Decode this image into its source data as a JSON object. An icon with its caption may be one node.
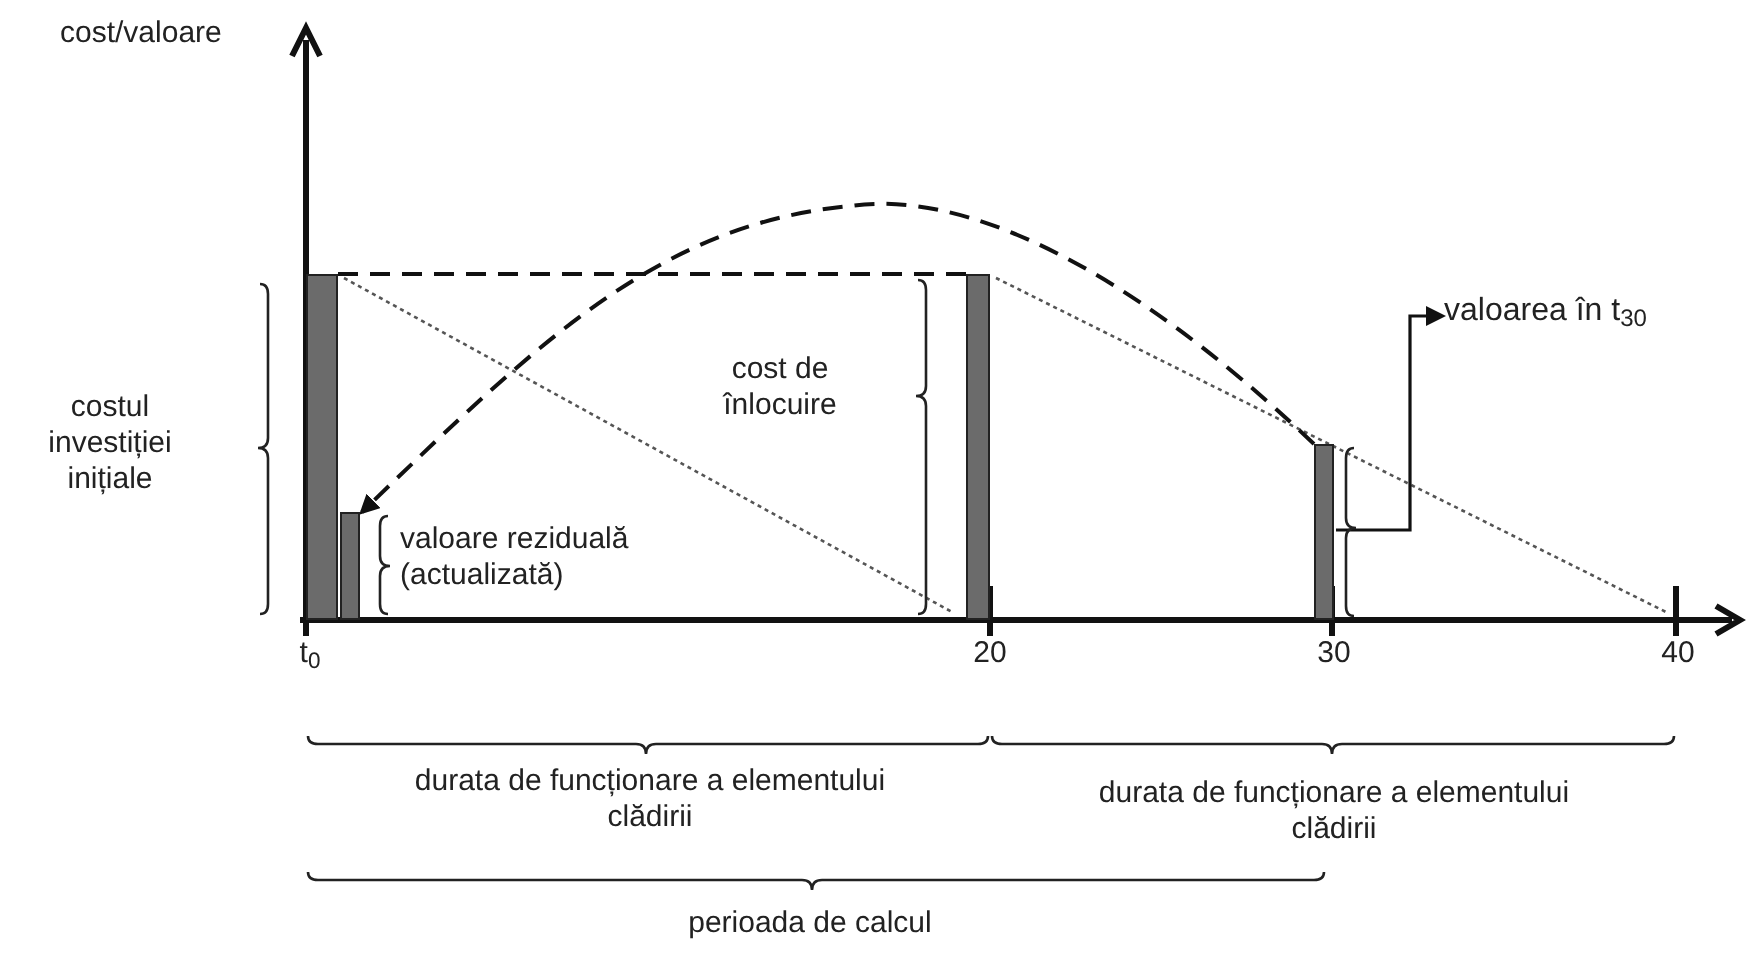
{
  "diagram": {
    "nodes": [
      {
        "text": [],
        "shape": "bar"
      },
      {
        "text": [],
        "shape": "bar"
      },
      {
        "text": [],
        "shape": "bar"
      },
      {
        "text": [],
        "shape": "bar"
      },
      {
        "text": [
          "valoarea în t$_{30}$"
        ]
      }
    ],
    "edges": [
      {
        "from": 3,
        "to": 1,
        "arrow": "to",
        "style": "dashed"
      },
      {
        "from": 0,
        "to": 2,
        "arrow": "none",
        "style": "dashed"
      },
      {
        "from": 3,
        "to": 4,
        "arrow": "to"
      }
    ],
    "labels": [
      "cost/valoare",
      "costul investiției inițiale",
      "valoare reziduală (actualizată)",
      "cost de înlocuire",
      "t$_{0}$",
      "20",
      "30",
      "40",
      "durata de funcționare a elementului clădirii",
      "durata de funcționare a elementului clădirii",
      "perioada de calcul"
    ]
  }
}
